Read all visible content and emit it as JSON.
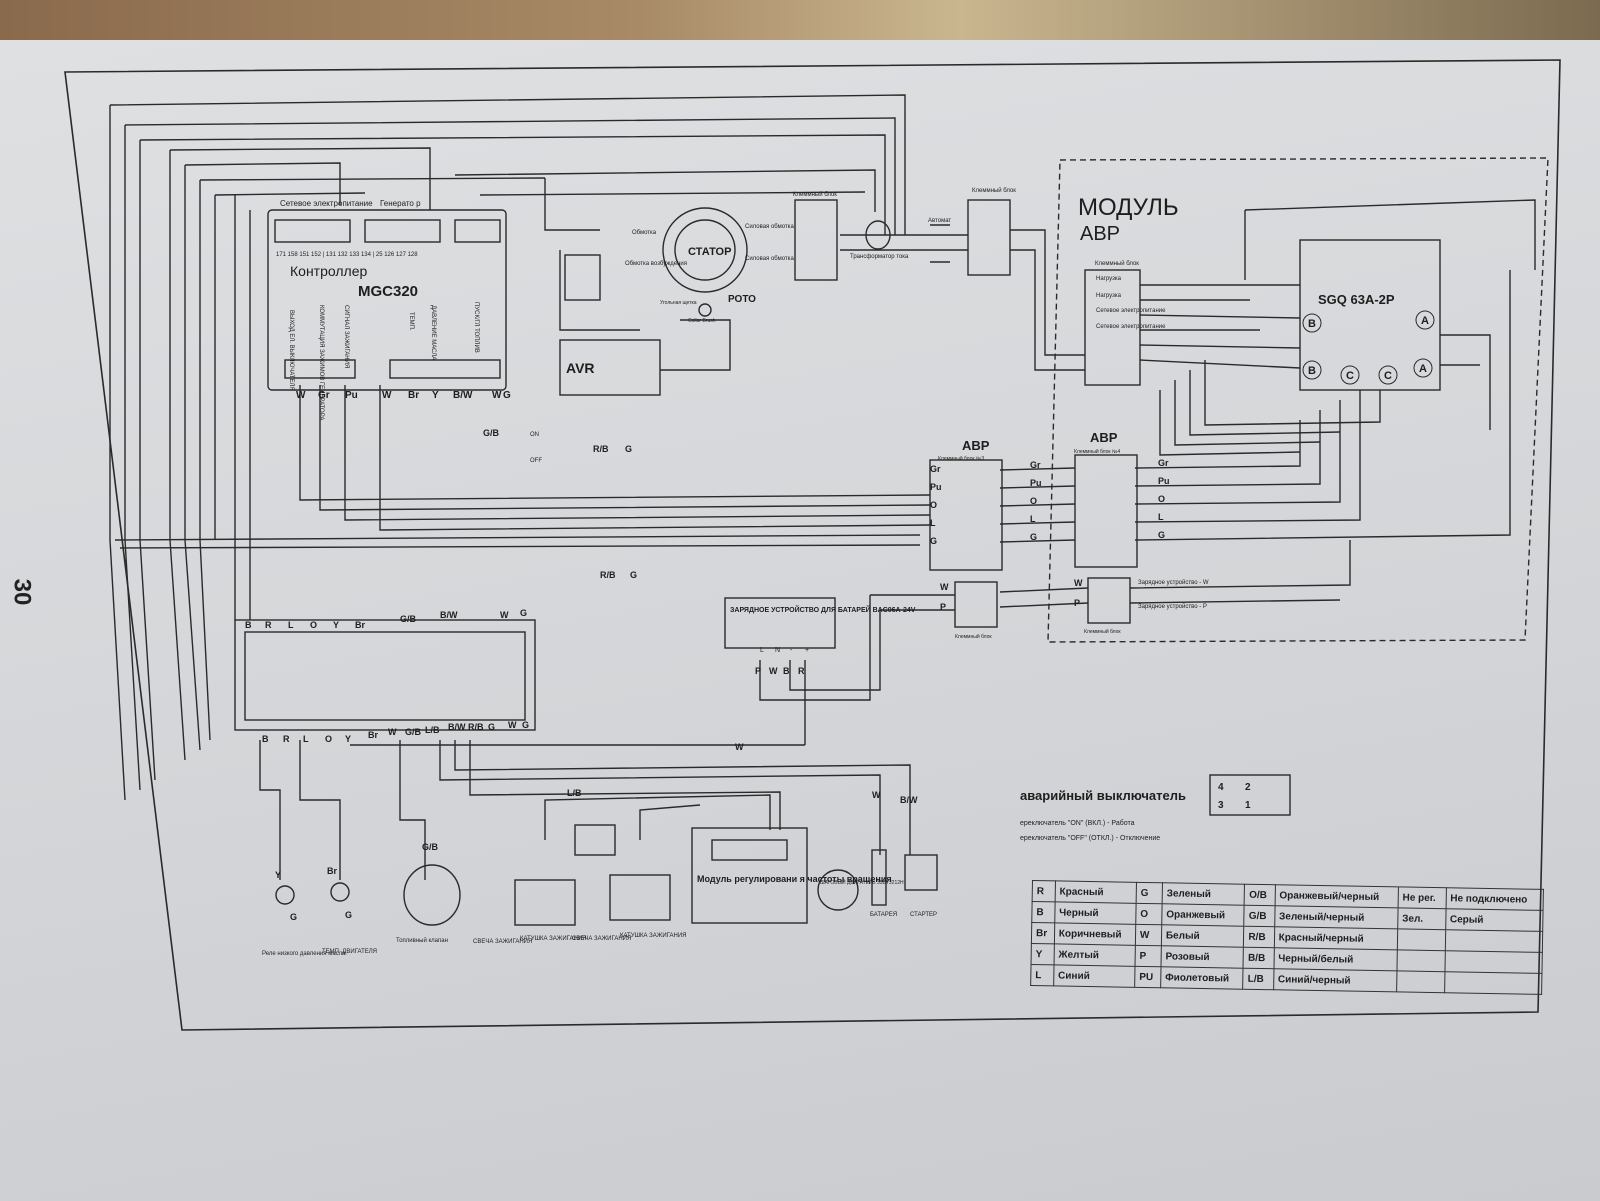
{
  "page_number": "30",
  "controller": {
    "title": "Контроллер",
    "model": "MGC320",
    "group_labels": [
      "Сетевое электропитание",
      "Генерато р"
    ],
    "terminal_row": "171 158 151 152 | 131 132 133 134 | 25 126 127 128",
    "functions": [
      "ВЫХОД ЕЛ. ВЫКЛЮЧАТЕЛЯ",
      "КОММУТАЦИЯ ЗАЖИМОВ ГЕНЕРАТОРА",
      "СИГНАЛ ЗАЖИГАНИЯ",
      "ТЕМП.",
      "ДАВЛЕНИЕ МАСЛА",
      "ПУСК/ГЛ ТОПЛИВ"
    ],
    "bottom_wires": [
      "W",
      "Gr",
      "Pu",
      "W",
      "Br",
      "Y",
      "B/W",
      "W",
      "G"
    ]
  },
  "stator": {
    "title": "СТАТОР",
    "windings": [
      "Обмотка",
      "Обмотка возбуждения",
      "Силовая обмотка",
      "Силовая обмотка"
    ],
    "rotor": "РОТО",
    "brush": "Угольная щетка",
    "brush_block": "Collar Brush"
  },
  "avr": "AVR",
  "block_labels": [
    "Клеммный блок",
    "Клеммный блок",
    "Автомат",
    "Трансформатор тока"
  ],
  "module_abp": {
    "title": "МОДУЛЬ",
    "title2": "АВР",
    "terminal_block": "Клеммный блок",
    "rows": [
      "Нагрузка",
      "Нагрузка",
      "Сетевое электропитание",
      "Сетевое электропитание"
    ],
    "breaker": "SGQ 63A-2P",
    "markers": [
      "B",
      "A",
      "B",
      "C",
      "C",
      "A"
    ]
  },
  "abp3": {
    "title": "АВР",
    "sub": "Клеммный блок №3",
    "left": [
      "Gr",
      "Pu",
      "O",
      "L",
      "G"
    ],
    "right": [
      "Gr",
      "Pu",
      "O",
      "L",
      "G"
    ]
  },
  "abp4": {
    "title": "АВР",
    "sub": "Клеммный блок №4",
    "right": [
      "Gr",
      "Pu",
      "O",
      "L",
      "G"
    ]
  },
  "charger": {
    "title": "ЗАРЯДНОЕ УСТРОЙСТВО ДЛЯ БАТАРЕЙ BAC06A-24V",
    "terminals": [
      "L",
      "N",
      "-",
      "+"
    ],
    "wires": [
      "P",
      "W",
      "B",
      "R"
    ]
  },
  "charger_outputs": [
    "Зарядное устройство - W",
    "Зарядное устройство - P"
  ],
  "small_blocks": {
    "left": [
      "W",
      "P"
    ],
    "right": [
      "W",
      "P"
    ],
    "caption": "Клеммный блок"
  },
  "harness": {
    "top_wires": [
      "B",
      "R",
      "L",
      "O",
      "Y",
      "Br",
      "G/B",
      "B/W",
      "W",
      "G"
    ],
    "bottom_wires": [
      "B",
      "R",
      "L",
      "O",
      "Y",
      "Br",
      "W",
      "G/B",
      "L/B",
      "B/W",
      "R/B",
      "G",
      "W",
      "G"
    ]
  },
  "misc_wires": [
    "G/B",
    "R/B",
    "G",
    "R/B",
    "G",
    "L/B",
    "W",
    "W",
    "B/W",
    "Y",
    "Br",
    "G/B",
    "G",
    "G"
  ],
  "bottom_components": [
    "Реле низкого давления масла",
    "ТЕМП. ДВИГАТЕЛЯ",
    "Топливный клапан",
    "СВЕЧА ЗАЖИГАНИЯ",
    "КАТУШКА ЗАЖИГАНИЯ",
    "СВЕЧА ЗАЖИГАНИЯ",
    "КАТУШКА ЗАЖИГАНИЯ",
    "Модуль регулировани я частоты вращения",
    "ШАГОВЫЙ ДВИГАТЕЛЬ 35BYJ212H",
    "БАТАРЕЯ",
    "СТАРТЕР"
  ],
  "emergency_switch": {
    "title": "аварийный выключатель",
    "numbers": [
      "4",
      "2",
      "3",
      "1"
    ],
    "rows": [
      "ереключатель \"ON\" (ВКЛ.) - Работа",
      "ереключатель \"OFF\" (ОТКЛ.) - Отключение"
    ]
  },
  "switch_contacts": [
    "ON",
    "OFF"
  ],
  "color_legend": [
    [
      "R",
      "Красный",
      "G",
      "Зеленый",
      "O/B",
      "Оранжевый/черный",
      "Не рег.",
      "Не подключено"
    ],
    [
      "B",
      "Черный",
      "O",
      "Оранжевый",
      "G/B",
      "Зеленый/черный",
      "Зел.",
      "Серый"
    ],
    [
      "Br",
      "Коричневый",
      "W",
      "Белый",
      "R/B",
      "Красный/черный",
      "",
      ""
    ],
    [
      "Y",
      "Желтый",
      "P",
      "Розовый",
      "B/B",
      "Черный/белый",
      "",
      ""
    ],
    [
      "L",
      "Синий",
      "PU",
      "Фиолетовый",
      "L/B",
      "Синий/черный",
      "",
      ""
    ]
  ],
  "colors": {
    "paper": "#d9dadd",
    "ink": "#222222",
    "background": "#6f6a5c"
  }
}
